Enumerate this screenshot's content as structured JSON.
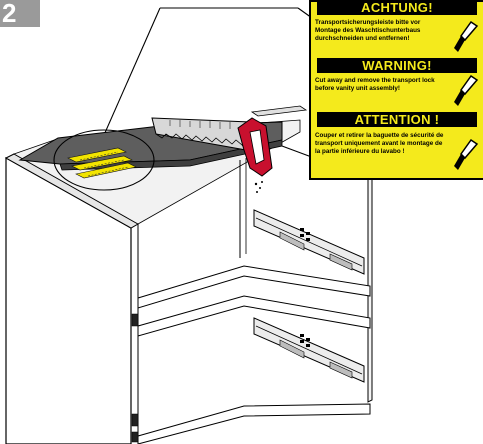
{
  "step": {
    "number": "2"
  },
  "label": {
    "sections": [
      {
        "title": "ACHTUNG!",
        "text": "Transportsicherungsleiste bitte vor Montage des Waschtischunterbaus durchschneiden und entfernen!",
        "icon": "knife-icon"
      },
      {
        "title": "WARNING!",
        "text": "Cut away and remove the transport lock before vanity unit assembly!",
        "icon": "knife-icon"
      },
      {
        "title": "ATTENTION !",
        "text": "Couper et retirer la baguette de sécurité de transport uniquement avant le montage de la partie inférieure du lavabo !",
        "icon": "knife-icon"
      }
    ],
    "colors": {
      "background": "#f4ea1c",
      "title_background": "#000000",
      "title_text": "#f4ea1c"
    }
  },
  "illustration": {
    "saw_handle_color": "#c8102e",
    "transport_strip_color": "#f2e400"
  }
}
